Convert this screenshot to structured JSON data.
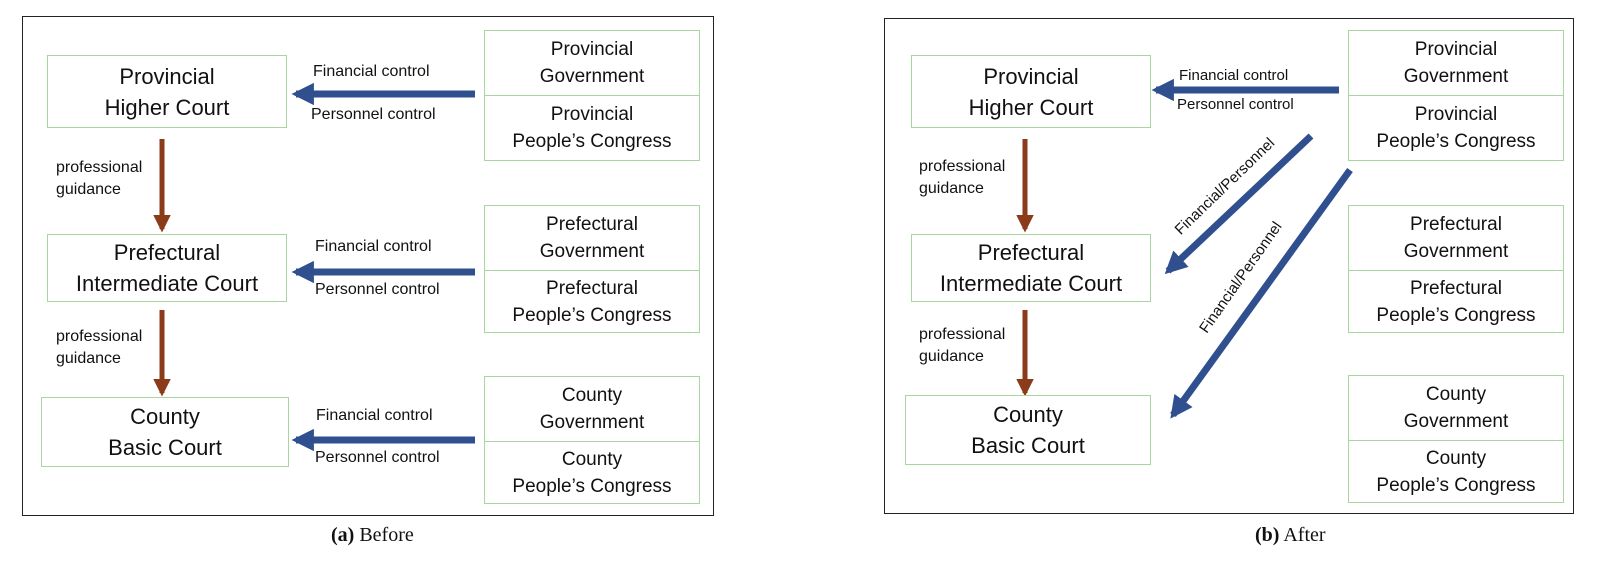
{
  "colors": {
    "blue_arrow": "#2f4f8f",
    "brown_arrow": "#8b3a1a",
    "box_border": "#a8d5a0",
    "panel_border": "#222222"
  },
  "before": {
    "caption_letter": "(a)",
    "caption_text": "Before",
    "courts": [
      {
        "line1": "Provincial",
        "line2": "Higher Court"
      },
      {
        "line1": "Prefectural",
        "line2": "Intermediate Court"
      },
      {
        "line1": "County",
        "line2": "Basic Court"
      }
    ],
    "governments": [
      {
        "gov1": "Provincial",
        "gov2": "Government",
        "pc1": "Provincial",
        "pc2": "People’s Congress"
      },
      {
        "gov1": "Prefectural",
        "gov2": "Government",
        "pc1": "Prefectural",
        "pc2": "People’s Congress"
      },
      {
        "gov1": "County",
        "gov2": "Government",
        "pc1": "County",
        "pc2": "People’s Congress"
      }
    ],
    "guidance": [
      {
        "line1": "professional",
        "line2": "guidance"
      },
      {
        "line1": "professional",
        "line2": "guidance"
      }
    ],
    "controls": [
      {
        "financial": "Financial control",
        "personnel": "Personnel control"
      },
      {
        "financial": "Financial control",
        "personnel": "Personnel control"
      },
      {
        "financial": "Financial control",
        "personnel": "Personnel control"
      }
    ]
  },
  "after": {
    "caption_letter": "(b)",
    "caption_text": "After",
    "courts": [
      {
        "line1": "Provincial",
        "line2": "Higher Court"
      },
      {
        "line1": "Prefectural",
        "line2": "Intermediate Court"
      },
      {
        "line1": "County",
        "line2": "Basic Court"
      }
    ],
    "governments": [
      {
        "gov1": "Provincial",
        "gov2": "Government",
        "pc1": "Provincial",
        "pc2": "People’s Congress"
      },
      {
        "gov1": "Prefectural",
        "gov2": "Government",
        "pc1": "Prefectural",
        "pc2": "People’s Congress"
      },
      {
        "gov1": "County",
        "gov2": "Government",
        "pc1": "County",
        "pc2": "People’s Congress"
      }
    ],
    "guidance": [
      {
        "line1": "professional",
        "line2": "guidance"
      },
      {
        "line1": "professional",
        "line2": "guidance"
      }
    ],
    "top_control": {
      "financial": "Financial control",
      "personnel": "Personnel control"
    },
    "diagonal_labels": [
      "Financial/Personnel",
      "Financial/Personnel"
    ]
  }
}
